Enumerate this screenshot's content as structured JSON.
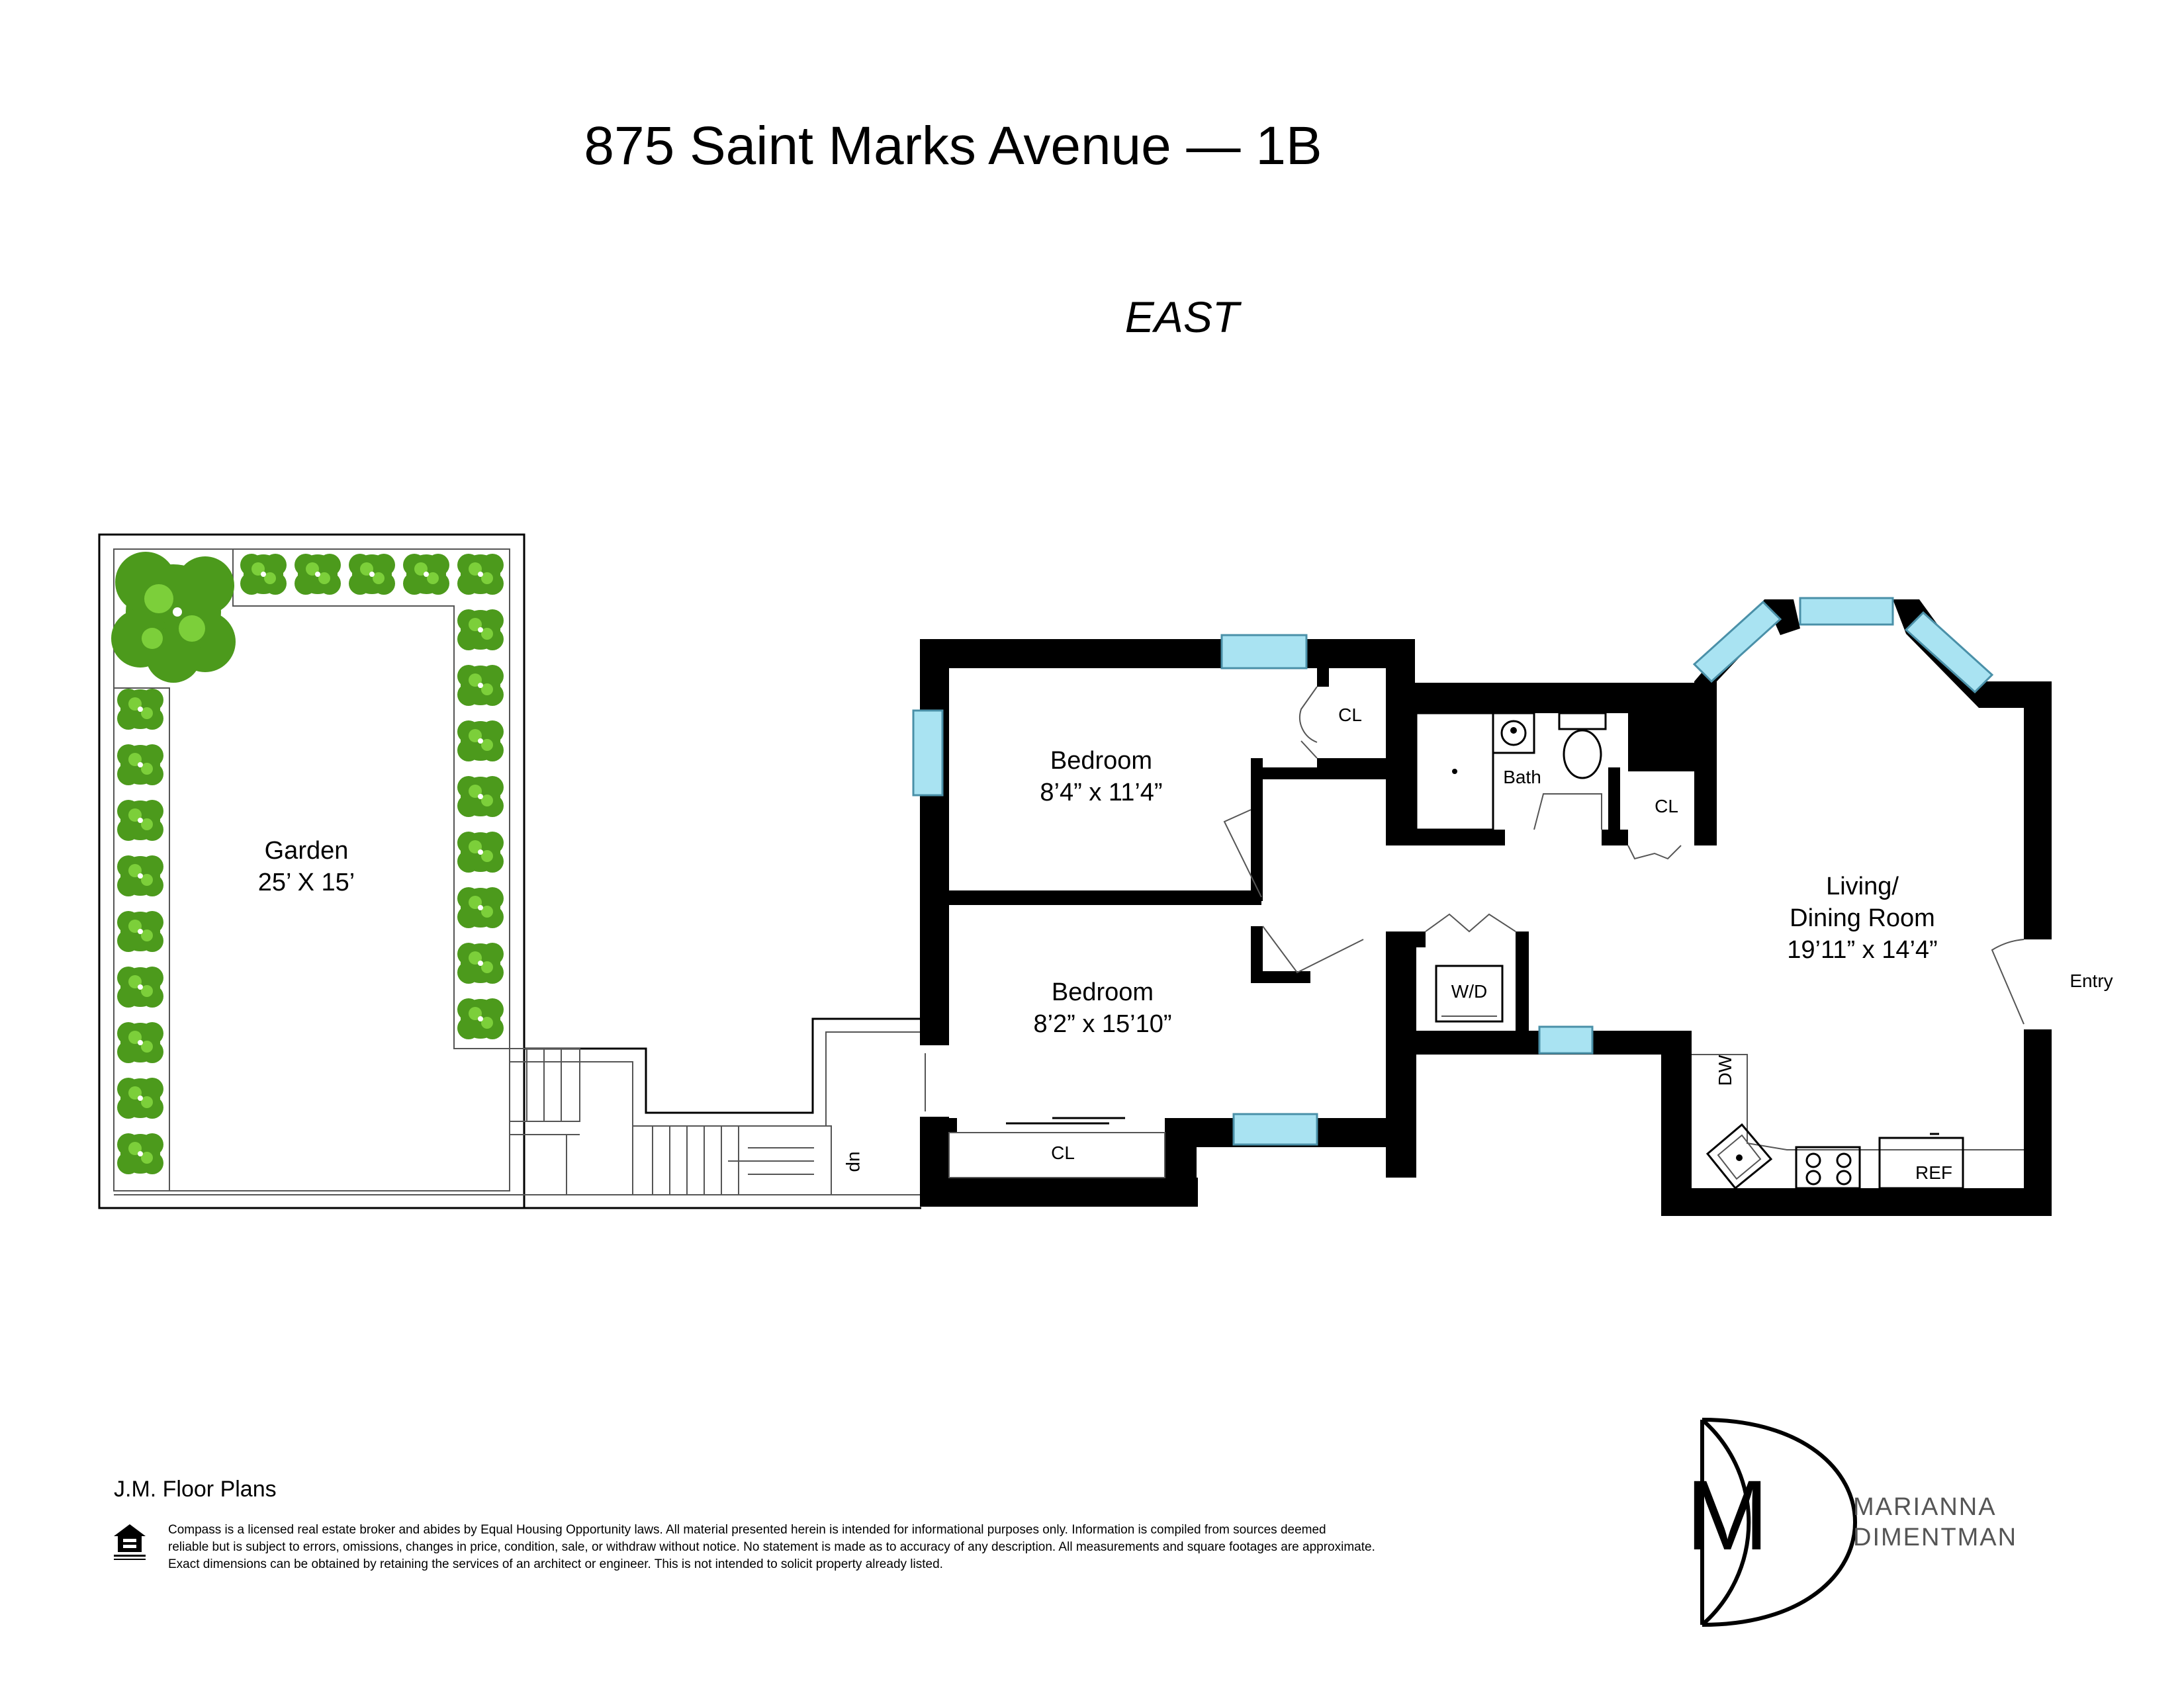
{
  "header": {
    "title": "875 Saint Marks Avenue — 1B",
    "orientation": "EAST"
  },
  "rooms": {
    "garden": {
      "name": "Garden",
      "dims": "25’ X 15’"
    },
    "bedroom1": {
      "name": "Bedroom",
      "dims": "8’4” x 11’4”"
    },
    "bedroom2": {
      "name": "Bedroom",
      "dims": "8’2” x 15’10”"
    },
    "living": {
      "name_line1": "Living/",
      "name_line2": "Dining Room",
      "dims": "19’11” x 14’4”"
    }
  },
  "labels": {
    "closet_bed1": "CL",
    "closet_bed2": "CL",
    "closet_hall": "CL",
    "bath": "Bath",
    "washer_dryer": "W/D",
    "dishwasher": "DW",
    "refrigerator": "REF",
    "entry": "Entry",
    "stairs": "up"
  },
  "footer": {
    "credit": "J.M. Floor Plans",
    "disclaimer_line1": "Compass is a licensed real estate broker and abides by Equal Housing Opportunity laws. All material presented herein is intended for informational purposes only. Information is compiled from sources deemed",
    "disclaimer_line2": "reliable but is subject to errors, omissions, changes in price, condition, sale, or withdraw without notice. No statement is made as to accuracy of any description. All measurements and square footages are approximate.",
    "disclaimer_line3": "Exact dimensions can be obtained by retaining the services of an architect or engineer. This is not intended to solicit property already listed."
  },
  "brand": {
    "monogram": "M",
    "name_line1": "MARIANNA",
    "name_line2": "DIMENTMAN"
  },
  "icons": {
    "shrub": "shrub-icon",
    "tree": "tree-icon",
    "equal_housing": "equal-housing-icon"
  },
  "colors": {
    "window_fill": "#a9e3f2",
    "window_stroke": "#4a90a8",
    "wall": "#000000",
    "garden_green": "#4c9a1c"
  }
}
